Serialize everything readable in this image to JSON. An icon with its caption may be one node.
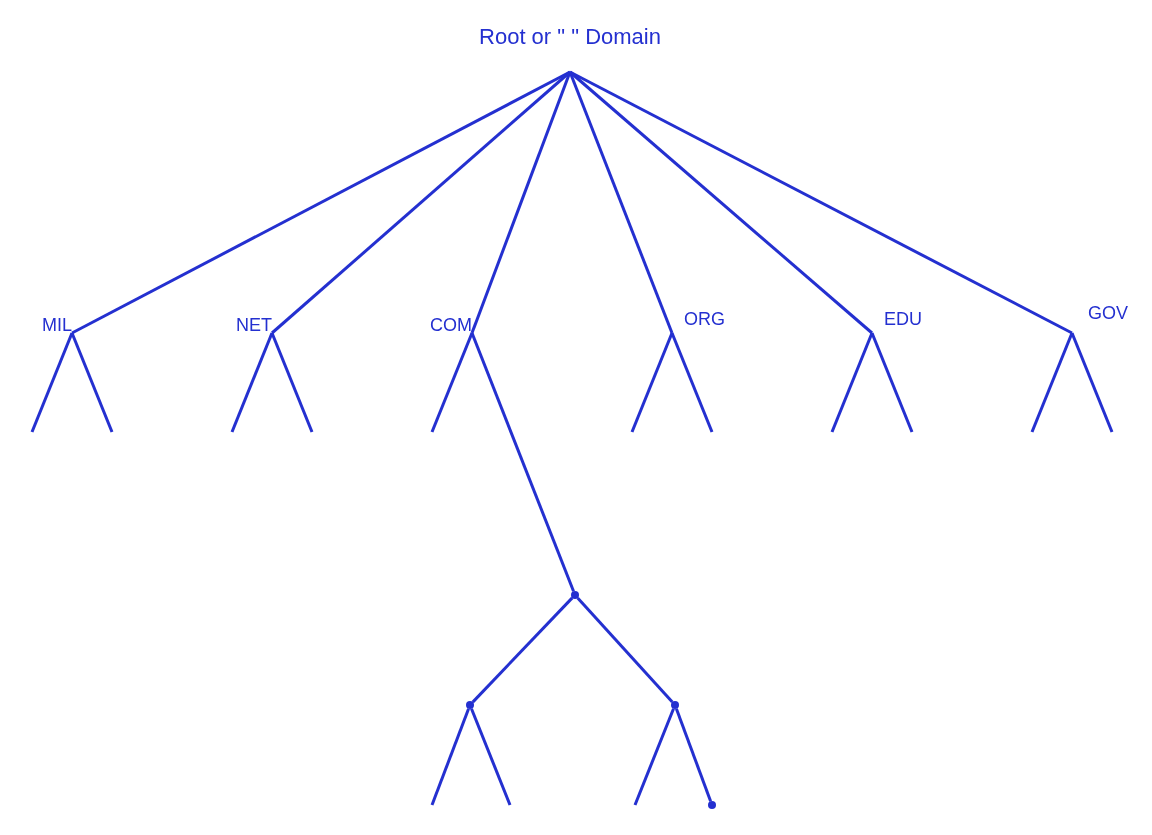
{
  "diagram": {
    "nodes": [
      {
        "text": [
          "Root or \" \" Domain"
        ]
      },
      {
        "text": [
          "MIL"
        ]
      },
      {
        "text": [
          "NET"
        ]
      },
      {
        "text": [
          "COM"
        ]
      },
      {
        "text": [
          "ORG"
        ]
      },
      {
        "text": [
          "EDU"
        ]
      },
      {
        "text": [
          "GOV"
        ]
      },
      {
        "text": [],
        "shape": "point"
      },
      {
        "text": [],
        "shape": "point"
      },
      {
        "text": [],
        "shape": "point"
      },
      {
        "text": [],
        "shape": "point"
      }
    ],
    "edges": [
      {
        "from": 0,
        "to": 1,
        "arrow": "none"
      },
      {
        "from": 0,
        "to": 2,
        "arrow": "none"
      },
      {
        "from": 0,
        "to": 3,
        "arrow": "none"
      },
      {
        "from": 0,
        "to": 4,
        "arrow": "none"
      },
      {
        "from": 0,
        "to": 5,
        "arrow": "none"
      },
      {
        "from": 0,
        "to": 6,
        "arrow": "none"
      },
      {
        "from": 1,
        "to": null,
        "arrow": "none"
      },
      {
        "from": 1,
        "to": null,
        "arrow": "none"
      },
      {
        "from": 2,
        "to": null,
        "arrow": "none"
      },
      {
        "from": 2,
        "to": null,
        "arrow": "none"
      },
      {
        "from": 3,
        "to": null,
        "arrow": "none"
      },
      {
        "from": 3,
        "to": 7,
        "arrow": "none"
      },
      {
        "from": 4,
        "to": null,
        "arrow": "none"
      },
      {
        "from": 4,
        "to": null,
        "arrow": "none"
      },
      {
        "from": 5,
        "to": null,
        "arrow": "none"
      },
      {
        "from": 5,
        "to": null,
        "arrow": "none"
      },
      {
        "from": 6,
        "to": null,
        "arrow": "none"
      },
      {
        "from": 6,
        "to": null,
        "arrow": "none"
      },
      {
        "from": 7,
        "to": 8,
        "arrow": "none"
      },
      {
        "from": 7,
        "to": 9,
        "arrow": "none"
      },
      {
        "from": 8,
        "to": null,
        "arrow": "none"
      },
      {
        "from": 8,
        "to": null,
        "arrow": "none"
      },
      {
        "from": 9,
        "to": null,
        "arrow": "none"
      },
      {
        "from": 9,
        "to": 10,
        "arrow": "none"
      }
    ]
  }
}
